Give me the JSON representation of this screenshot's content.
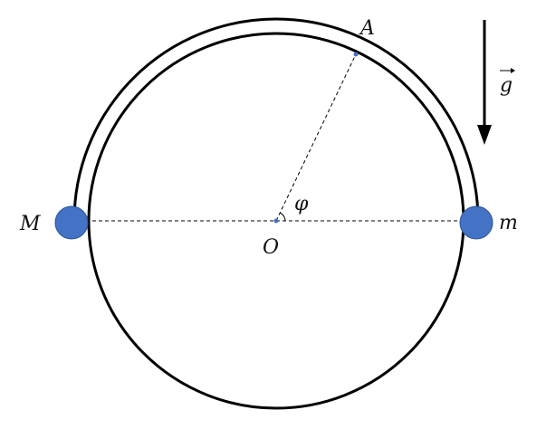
{
  "labels": {
    "point_a": "A",
    "center": "O",
    "angle": "φ",
    "mass_left": "M",
    "mass_right": "m",
    "gravity": "g"
  },
  "colors": {
    "line": "#000000",
    "mass": "#4472c4",
    "mass_outline": "#2f5597"
  }
}
